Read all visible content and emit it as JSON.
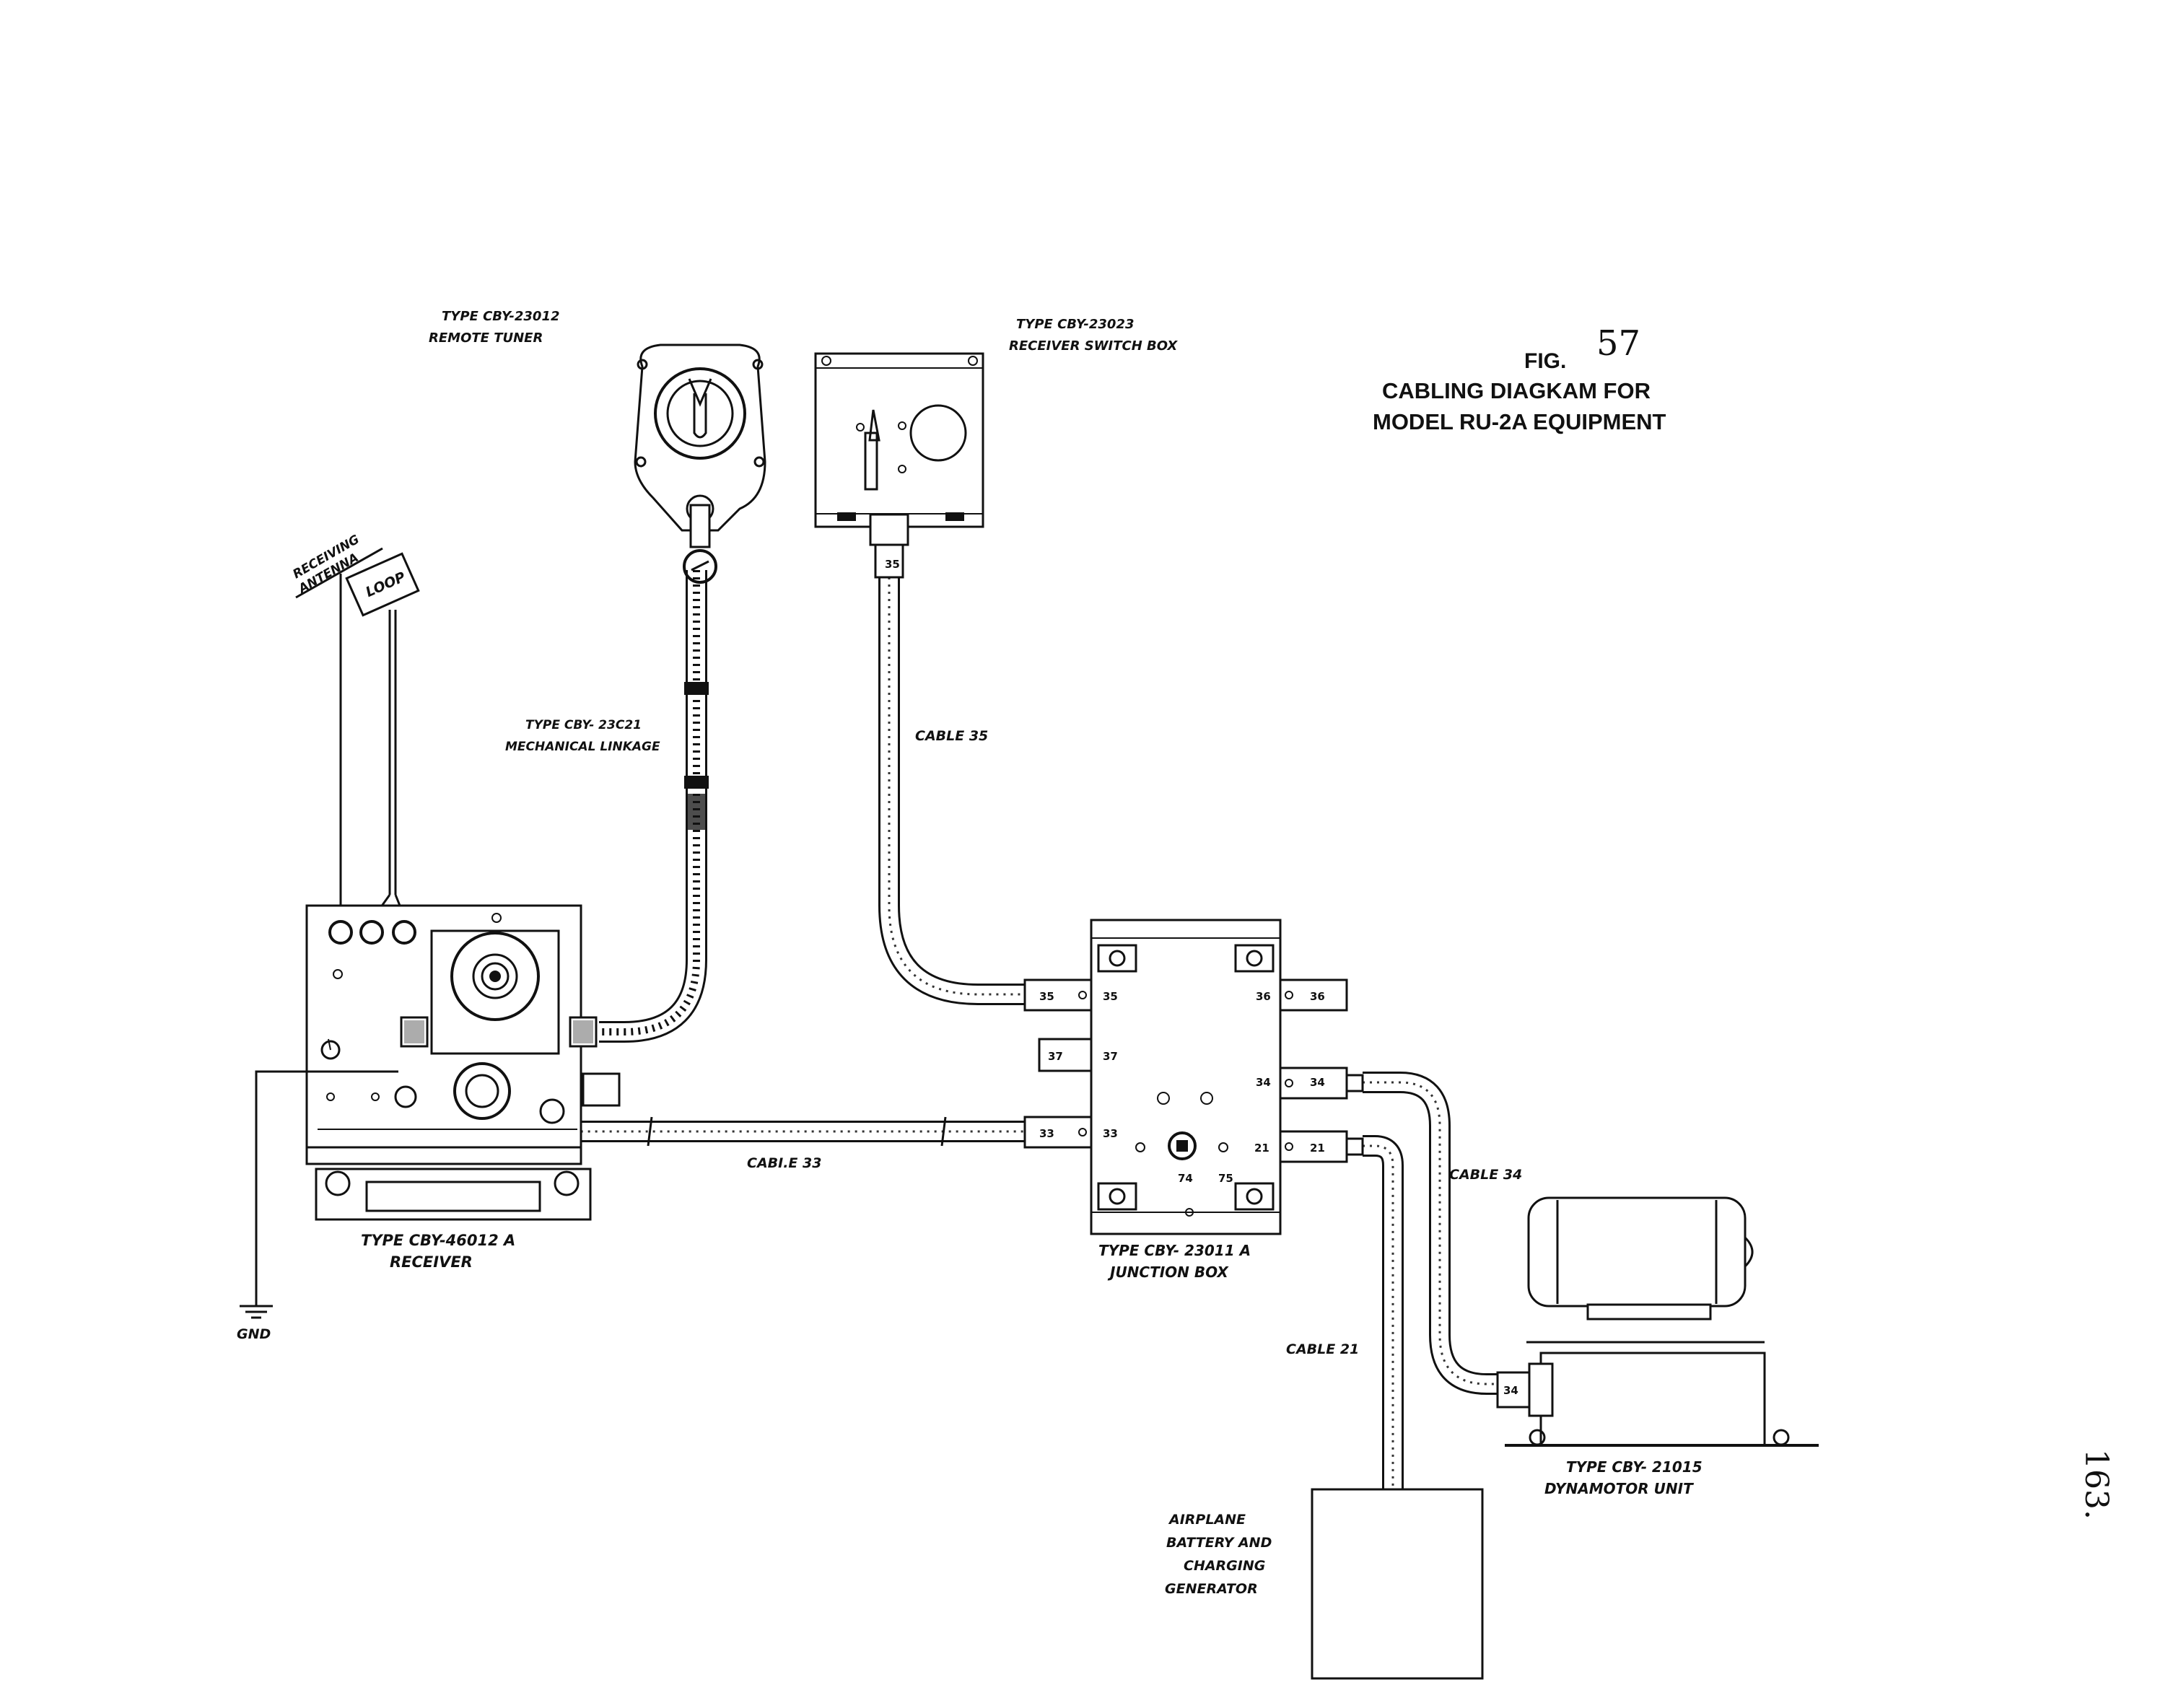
{
  "title": {
    "fig_label": "FIG.",
    "fig_number": "57",
    "line1": "CABLING DIAGKAM FOR",
    "line2": "MODEL RU-2A EQUIPMENT"
  },
  "page_number": "163.",
  "components": {
    "remote_tuner": {
      "type": "TYPE CBY-23012",
      "name": "REMOTE TUNER"
    },
    "switch_box": {
      "type": "TYPE CBY-23023",
      "name": "RECEIVER SWITCH BOX",
      "plug": "35"
    },
    "linkage": {
      "type": "TYPE CBY- 23C21",
      "name": "MECHANICAL LINKAGE"
    },
    "antenna": {
      "line1": "RECEIVING",
      "line2": "ANTENNA"
    },
    "loop": "LOOP",
    "receiver": {
      "type": "TYPE CBY-46012 A",
      "name": "RECEIVER"
    },
    "ground": "GND",
    "junction_box": {
      "type": "TYPE CBY- 23011 A",
      "name": "JUNCTION BOX",
      "terminals": [
        "35",
        "35",
        "36",
        "36",
        "37",
        "37",
        "34",
        "34",
        "33",
        "33",
        "21",
        "21",
        "74",
        "75"
      ]
    },
    "dynamotor": {
      "type": "TYPE CBY- 21015",
      "name": "DYNAMOTOR UNIT",
      "plug": "34"
    },
    "battery": {
      "line1": "AIRPLANE",
      "line2": "BATTERY AND",
      "line3": "CHARGING",
      "line4": "GENERATOR"
    }
  },
  "cables": {
    "c35": "CABLE 35",
    "c33": "CABI.E 33",
    "c34": "CABLE 34",
    "c21": "CABLE 21"
  }
}
